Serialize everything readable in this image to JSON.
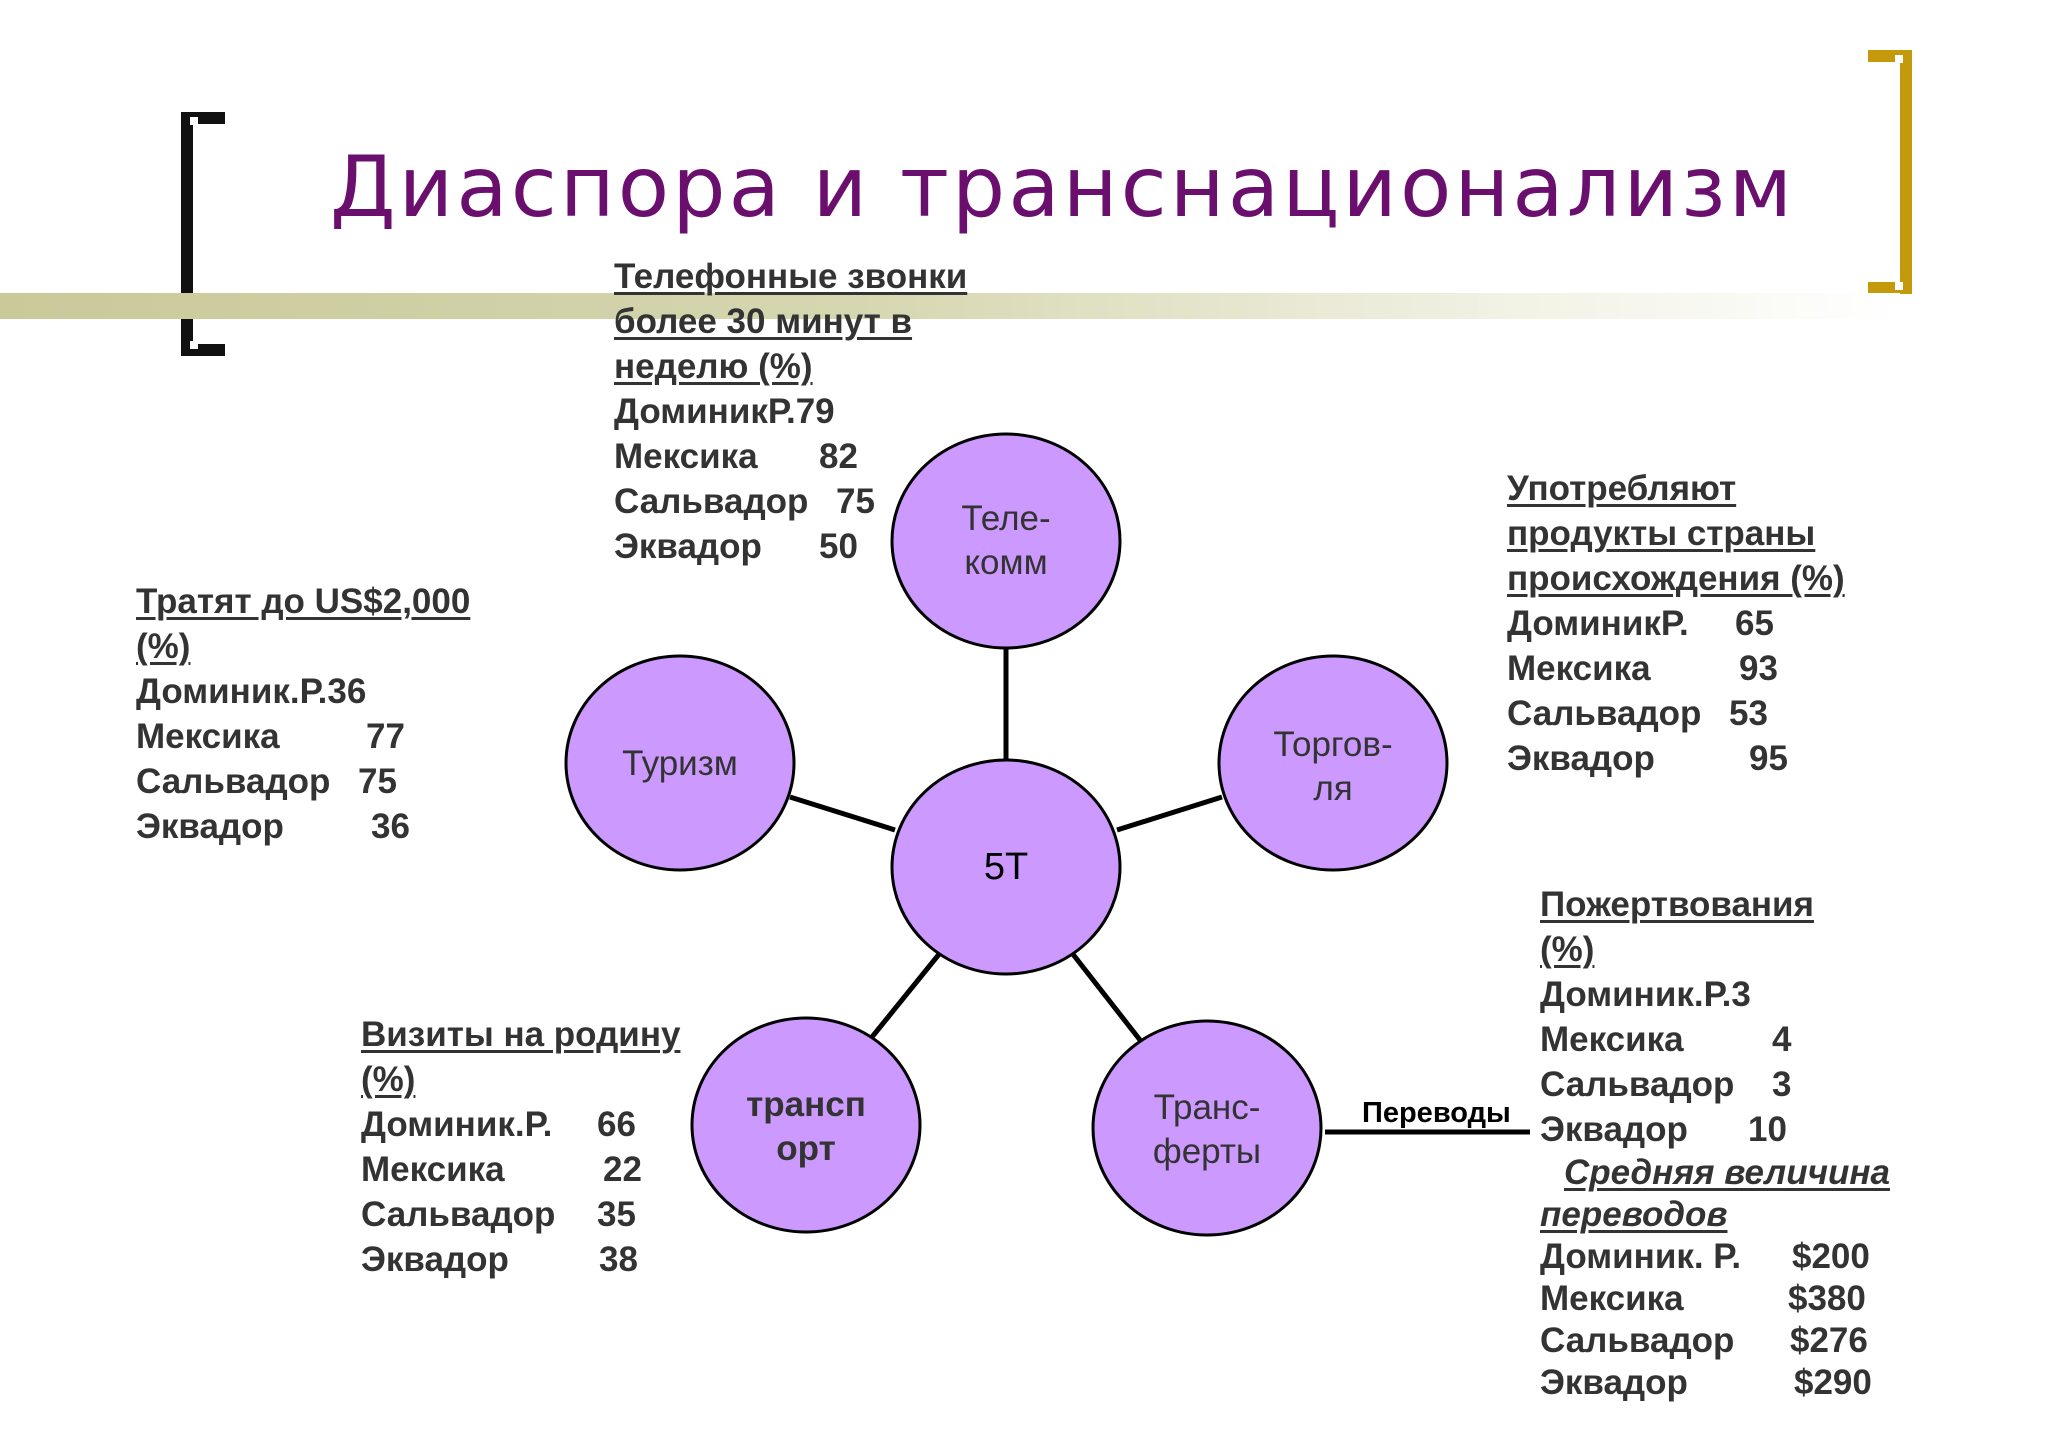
{
  "title": "Диаспора и транснационализм",
  "colors": {
    "title": "#6b0f6e",
    "node_fill": "#cc99ff",
    "left_bracket": "#111111",
    "right_bracket": "#c49a0c",
    "band": "#c9c99a"
  },
  "nodes": {
    "center": "5Т",
    "telecom": [
      "Теле-",
      "комм"
    ],
    "trade": [
      "Торгов-",
      "ля"
    ],
    "transfers": [
      "Транс-",
      "ферты"
    ],
    "transport": [
      "трансп",
      "орт"
    ],
    "tourism": "Туризм"
  },
  "transfers_link_label": "Переводы",
  "phone_block": {
    "heading": [
      "Телефонные звонки",
      "более 30 минут в",
      "неделю (%)"
    ],
    "rows": [
      {
        "country": "ДоминикР.",
        "value": "79"
      },
      {
        "country": "Мексика",
        "value": "82"
      },
      {
        "country": "Сальвадор",
        "value": "75"
      },
      {
        "country": "Эквадор",
        "value": "50"
      }
    ]
  },
  "spend_block": {
    "heading": [
      "Тратят до US$2,000",
      "(%)"
    ],
    "rows": [
      {
        "country": "Доминик.Р.",
        "value": "36"
      },
      {
        "country": "Мексика",
        "value": "77"
      },
      {
        "country": "Сальвадор",
        "value": "75"
      },
      {
        "country": "Эквадор",
        "value": "36"
      }
    ]
  },
  "products_block": {
    "heading": [
      "Употребляют",
      "продукты страны",
      "происхождения (%)"
    ],
    "rows": [
      {
        "country": "ДоминикР.",
        "value": "65"
      },
      {
        "country": "Мексика",
        "value": "93"
      },
      {
        "country": "Сальвадор",
        "value": "53"
      },
      {
        "country": "Эквадор",
        "value": "95"
      }
    ]
  },
  "visits_block": {
    "heading": [
      "Визиты на родину",
      "(%)"
    ],
    "rows": [
      {
        "country": "Доминик.Р.",
        "value": "66"
      },
      {
        "country": "Мексика",
        "value": "22"
      },
      {
        "country": "Сальвадор",
        "value": "35"
      },
      {
        "country": "Эквадор",
        "value": "38"
      }
    ]
  },
  "donations_block": {
    "heading": [
      "Пожертвования",
      "(%)"
    ],
    "rows": [
      {
        "country": "Доминик.Р.",
        "value": "3"
      },
      {
        "country": "Мексика",
        "value": "4"
      },
      {
        "country": "Сальвадор",
        "value": "3"
      },
      {
        "country": "Эквадор",
        "value": "10"
      }
    ],
    "avg_heading": [
      "Средняя величина",
      "переводов"
    ],
    "avg_rows": [
      {
        "country": "Доминик. Р.",
        "value": "$200"
      },
      {
        "country": "Мексика",
        "value": "$380"
      },
      {
        "country": "Сальвадор",
        "value": "$276"
      },
      {
        "country": "Эквадор",
        "value": "$290"
      }
    ]
  }
}
